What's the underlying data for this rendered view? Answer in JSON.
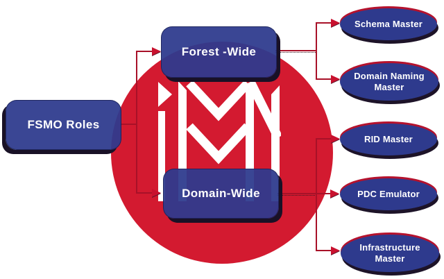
{
  "diagram": {
    "title_node": {
      "label": "FSMO Roles"
    },
    "categories": [
      {
        "id": "forest",
        "label": "Forest -Wide"
      },
      {
        "id": "domain",
        "label": "Domain-Wide"
      }
    ],
    "roles": [
      {
        "label": "Schema Master",
        "category": "forest"
      },
      {
        "label": "Domain Naming Master",
        "category": "forest"
      },
      {
        "label": "RID Master",
        "category": "domain"
      },
      {
        "label": "PDC Emulator",
        "category": "domain"
      },
      {
        "label": "Infrastructure Master",
        "category": "domain"
      }
    ],
    "logo": {
      "name": "m-monogram",
      "color": "#ffffff"
    },
    "colors": {
      "circle_red": "#d31a30",
      "node_blue": "#2e3a8d",
      "node_shadow": "#191126",
      "ellipse_rim_red": "#b5122d",
      "connector_red": "#a81128",
      "arrow_red": "#c8112e",
      "text": "#ffffff",
      "background": "#ffffff"
    }
  }
}
